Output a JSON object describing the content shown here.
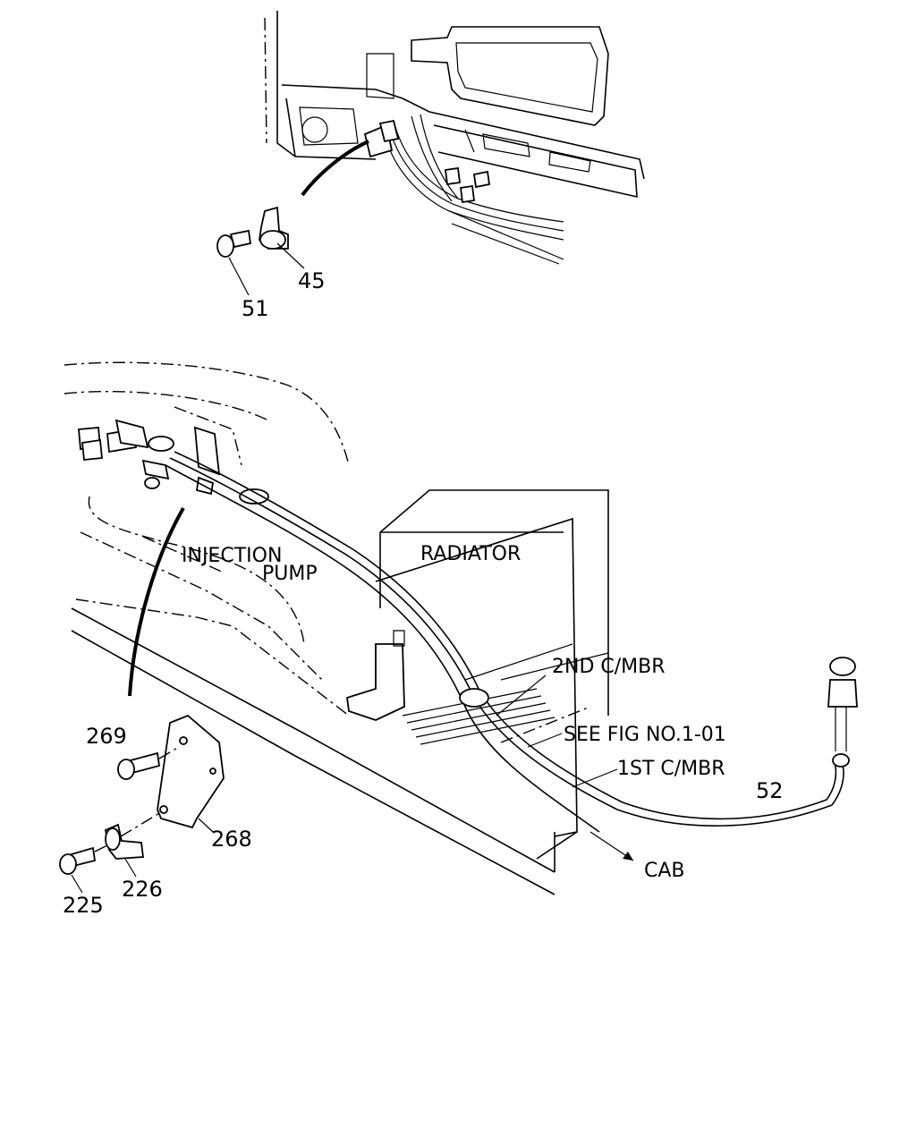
{
  "labels": {
    "injection": "INJECTION",
    "pump": "PUMP",
    "radiator": "RADIATOR",
    "second_member": "2ND C/MBR",
    "see_fig": "SEE FIG NO.1-01",
    "first_member": "1ST C/MBR",
    "cab": "CAB"
  },
  "callouts": {
    "p45": "45",
    "p51": "51",
    "p52": "52",
    "p225": "225",
    "p226": "226",
    "p268": "268",
    "p269": "269"
  }
}
